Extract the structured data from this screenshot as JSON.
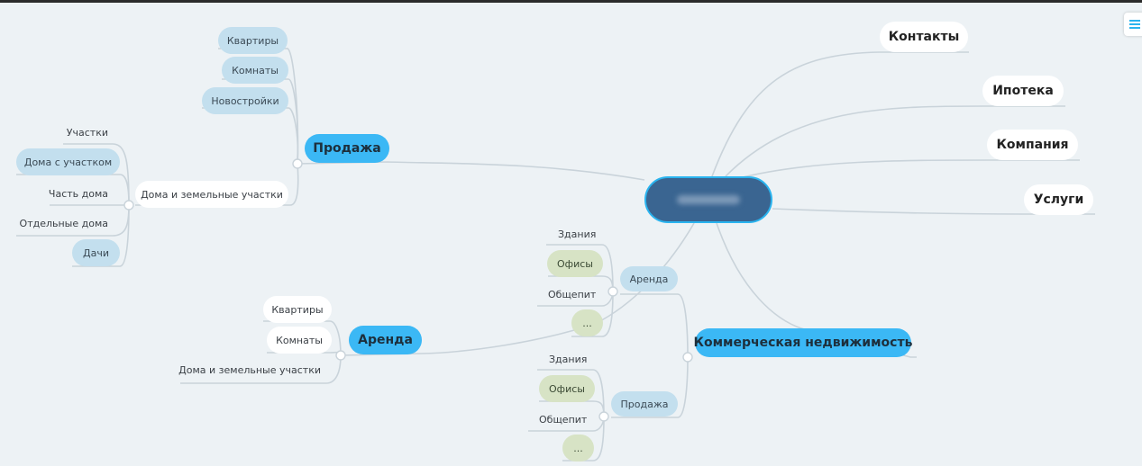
{
  "root": {
    "label": ""
  },
  "top_nodes": {
    "contacts": "Контакты",
    "mortgage": "Ипотека",
    "company": "Компания",
    "services": "Услуги"
  },
  "sale": {
    "label": "Продажа",
    "children": {
      "apartments": "Квартиры",
      "rooms": "Комнаты",
      "new_buildings": "Новостройки",
      "houses_land": {
        "label": "Дома и земельные участки",
        "children": {
          "plots": "Участки",
          "houses_with_plot": "Дома с участком",
          "part_of_house": "Часть дома",
          "detached_houses": "Отдельные дома",
          "dachas": "Дачи"
        }
      }
    }
  },
  "rent": {
    "label": "Аренда",
    "children": {
      "apartments": "Квартиры",
      "rooms": "Комнаты",
      "houses_land": "Дома и земельные участки"
    }
  },
  "commercial": {
    "label": "Коммерческая недвижимость",
    "rent": {
      "label": "Аренда",
      "children": {
        "buildings": "Здания",
        "offices": "Офисы",
        "catering": "Общепит",
        "more": "..."
      }
    },
    "sale": {
      "label": "Продажа",
      "children": {
        "buildings": "Здания",
        "offices": "Офисы",
        "catering": "Общепит",
        "more": "..."
      }
    }
  },
  "icons": {
    "menu": "hamburger-menu-icon"
  },
  "colors": {
    "background": "#edf2f5",
    "root_fill": "#3a6591",
    "accent_blue": "#3bb8f5",
    "light_blue": "#c3dfee",
    "light_green": "#d7e3c5",
    "connector": "#c9d3da"
  }
}
